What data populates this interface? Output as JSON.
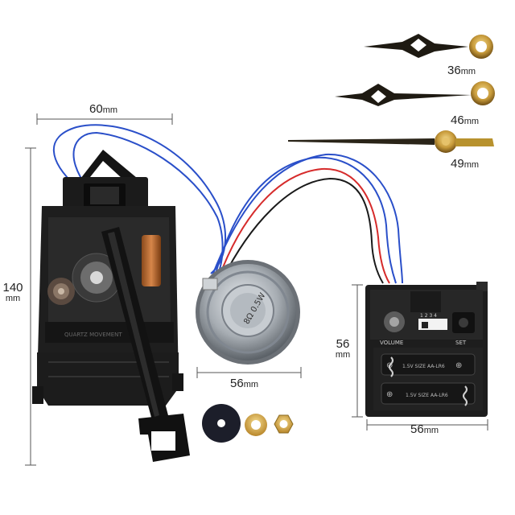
{
  "dimensions": {
    "movement_width": {
      "value": "60",
      "unit": "mm"
    },
    "movement_height": {
      "value": "140",
      "unit": "mm"
    },
    "speaker_diameter": {
      "value": "56",
      "unit": "mm"
    },
    "control_box_width": {
      "value": "56",
      "unit": "mm"
    },
    "control_box_height": {
      "value": "56",
      "unit": "mm"
    },
    "hand_1": {
      "value": "36",
      "unit": "mm"
    },
    "hand_2": {
      "value": "46",
      "unit": "mm"
    },
    "hand_3": {
      "value": "49",
      "unit": "mm"
    }
  },
  "control_box": {
    "volume_label": "VOLUME",
    "set_label": "SET",
    "switch_numbers": "1 2 3 4",
    "battery_label_1": "1.5V SIZE AA-LR6",
    "battery_label_2": "1.5V SIZE AA-LR6"
  },
  "speaker": {
    "label": "8Ω 0.5W"
  },
  "colors": {
    "hand_gold": "#b8922e",
    "wire_blue": "#2a4fc9",
    "wire_red": "#d62b2b",
    "wire_black": "#1a1a1a"
  }
}
